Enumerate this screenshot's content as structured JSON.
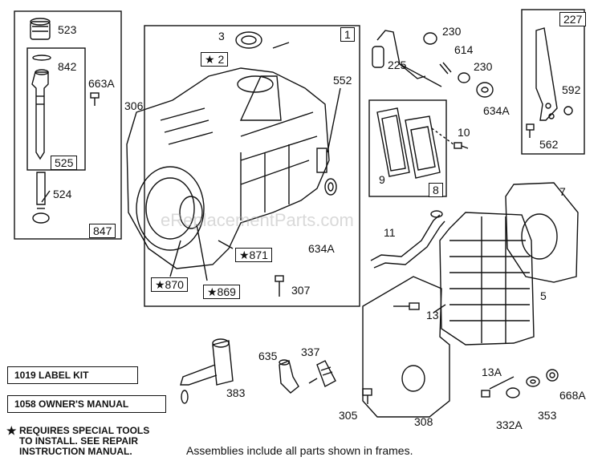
{
  "frames": {
    "dipstick_assembly": "847",
    "dipstick_tube": "525",
    "cylinder_assembly": "1",
    "breather_assembly": "8",
    "governor_lever": "227"
  },
  "parts": {
    "p523": "523",
    "p842": "842",
    "p663a": "663A",
    "p524": "524",
    "p306": "306",
    "p3": "3",
    "p2": "★ 2",
    "p552": "552",
    "p871": "★871",
    "p870": "★870",
    "p869": "★869",
    "p634a_mid": "634A",
    "p307": "307",
    "p230_top": "230",
    "p614": "614",
    "p225": "225",
    "p230_low": "230",
    "p634a_top": "634A",
    "p10": "10",
    "p9": "9",
    "p592": "592",
    "p562": "562",
    "p7": "7",
    "p11": "11",
    "p5": "5",
    "p13": "13",
    "p635": "635",
    "p337": "337",
    "p383": "383",
    "p305": "305",
    "p308": "308",
    "p13a": "13A",
    "p668a": "668A",
    "p332a": "332A",
    "p353": "353"
  },
  "kits": {
    "label_kit": "1019 LABEL KIT",
    "owners_manual": "1058 OWNER'S MANUAL"
  },
  "notes": {
    "star": "★",
    "special_tools": "REQUIRES SPECIAL TOOLS TO INSTALL.  SEE REPAIR INSTRUCTION MANUAL."
  },
  "caption": "Assemblies include all parts shown in frames.",
  "watermark": "eReplacementParts.com"
}
